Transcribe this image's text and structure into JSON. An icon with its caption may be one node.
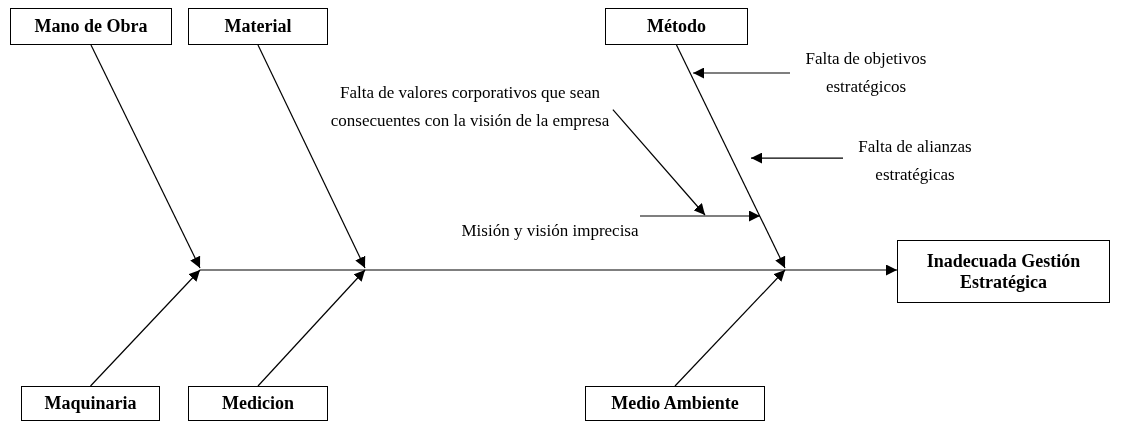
{
  "diagram": {
    "nodes": [
      {
        "text": [
          "Mano de Obra"
        ]
      },
      {
        "text": [
          "Material"
        ]
      },
      {
        "text": [
          "Método"
        ]
      },
      {
        "text": [
          "Falta de objetivos estratégicos"
        ]
      },
      {
        "text": [
          "Falta de valores corporativos que sean consecuentes con la visión de la empresa"
        ]
      },
      {
        "text": [
          "Falta de alianzas estratégicas"
        ]
      },
      {
        "text": [
          "Misión y visión imprecisa"
        ]
      },
      {
        "text": [
          "Inadecuada Gestión Estratégica"
        ]
      },
      {
        "text": [
          "Maquinaria"
        ]
      },
      {
        "text": [
          "Medicion"
        ]
      },
      {
        "text": [
          "Medio Ambiente"
        ]
      }
    ],
    "edges": [
      {
        "from": 0,
        "to": null,
        "arrow": "to"
      },
      {
        "from": 8,
        "to": null,
        "arrow": "to"
      },
      {
        "from": 1,
        "to": null,
        "arrow": "to"
      },
      {
        "from": 9,
        "to": null,
        "arrow": "to"
      },
      {
        "from": 2,
        "to": null,
        "arrow": "to"
      },
      {
        "from": 10,
        "to": null,
        "arrow": "to"
      },
      {
        "from": null,
        "to": 7,
        "arrow": "to"
      },
      {
        "from": 3,
        "to": 2,
        "arrow": "to"
      },
      {
        "from": 5,
        "to": null,
        "arrow": "to"
      },
      {
        "from": 6,
        "to": null,
        "arrow": "to"
      },
      {
        "from": 4,
        "to": null,
        "arrow": "to"
      }
    ]
  }
}
